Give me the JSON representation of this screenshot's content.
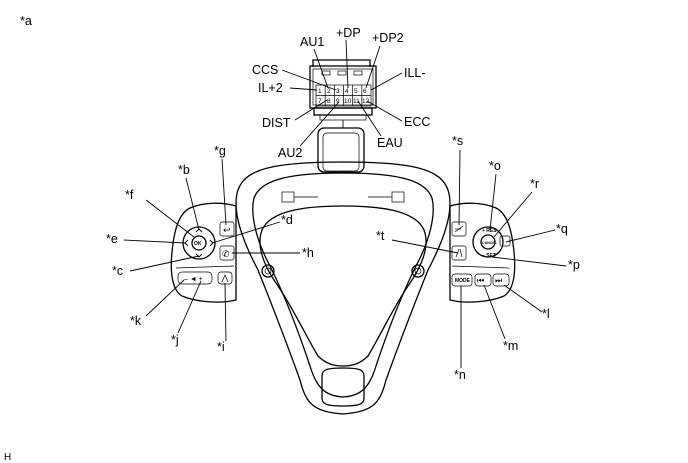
{
  "figure": {
    "top_left_tag": "*a",
    "bottom_left_code": "H"
  },
  "connector": {
    "labels": {
      "au1": "AU1",
      "dp": "+DP",
      "dp2": "+DP2",
      "ccs": "CCS",
      "ill_minus": "ILL-",
      "il_plus2": "IL+2",
      "dist": "DIST",
      "ecc": "ECC",
      "au2": "AU2",
      "eau": "EAU"
    },
    "pins_top": [
      "1",
      "2",
      "3",
      "4",
      "5",
      "6"
    ],
    "pins_bottom": [
      "7",
      "8",
      "9",
      "10",
      "11",
      "12"
    ]
  },
  "callouts": {
    "b": "*b",
    "c": "*c",
    "d": "*d",
    "e": "*e",
    "f": "*f",
    "g": "*g",
    "h": "*h",
    "i": "*i",
    "j": "*j",
    "k": "*k",
    "l": "*l",
    "m": "*m",
    "n": "*n",
    "o": "*o",
    "p": "*p",
    "q": "*q",
    "r": "*r",
    "s": "*s",
    "t": "*t"
  },
  "buttons": {
    "ok": "OK",
    "res": "+ RES",
    "set": "– SET",
    "cancel": "CANCEL",
    "mode": "MODE",
    "vol": "– ◄ +",
    "prev": "⏮",
    "next": "⏭",
    "back": "↩",
    "phone": "✆"
  }
}
